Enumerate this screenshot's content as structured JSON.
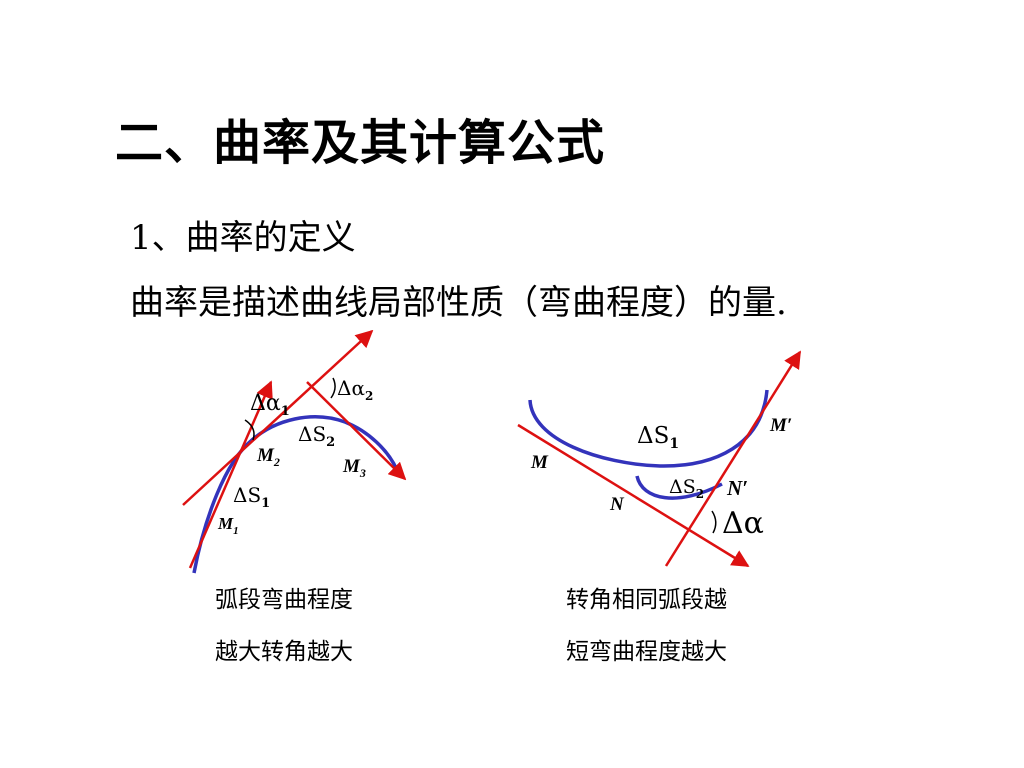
{
  "title": "二、曲率及其计算公式",
  "subheading": "1、曲率的定义",
  "definition": "曲率是描述曲线局部性质（弯曲程度）的量.",
  "colors": {
    "curve": "#3333bb",
    "tangent": "#dd1111",
    "text": "#000000"
  },
  "left_diagram": {
    "labels": {
      "delta_alpha_1": "Δα",
      "delta_alpha_1_sub": "1",
      "delta_alpha_2": "Δα",
      "delta_alpha_2_sub": "2",
      "delta_s_2": "ΔS",
      "delta_s_2_sub": "2",
      "delta_s_1": "ΔS",
      "delta_s_1_sub": "1",
      "m1": "M",
      "m1_sub": "1",
      "m2": "M",
      "m2_sub": "2",
      "m3": "M",
      "m3_sub": "3"
    },
    "caption_line1": "弧段弯曲程度",
    "caption_line2": "越大转角越大"
  },
  "right_diagram": {
    "labels": {
      "delta_s_1": "ΔS",
      "delta_s_1_sub": "1",
      "m_prime": "M′",
      "m": "M",
      "delta_s_2": "ΔS",
      "delta_s_2_sub": "2",
      "n_prime": "N′",
      "n": "N",
      "delta_alpha": "Δα"
    },
    "caption_line1": "转角相同弧段越",
    "caption_line2": "短弯曲程度越大"
  }
}
